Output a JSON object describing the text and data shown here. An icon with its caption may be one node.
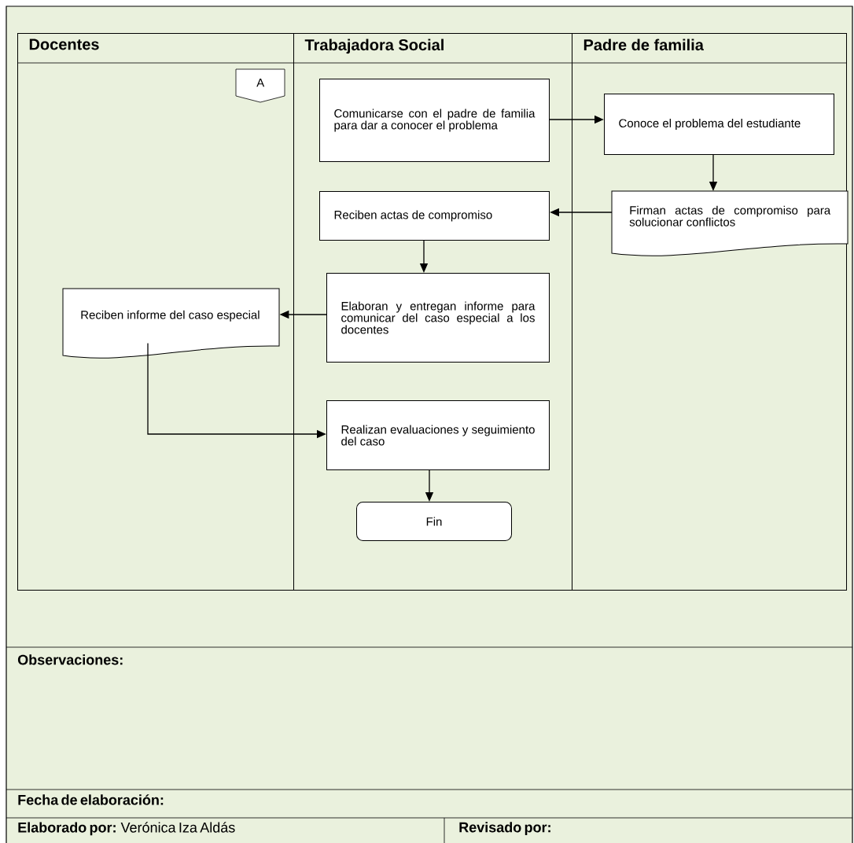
{
  "diagram": {
    "nodes": [
      {
        "text": [
          "Docentes"
        ]
      },
      {
        "text": [
          "Trabajadora Social"
        ]
      },
      {
        "text": [
          "Padre de familia"
        ]
      },
      {
        "text": [
          "A"
        ],
        "in": 0
      },
      {
        "text": [
          "Comunicarse con el padre de familia para dar a conocer el problema"
        ],
        "in": 1
      },
      {
        "text": [
          "Conoce el problema del estudiante"
        ],
        "in": 2
      },
      {
        "text": [
          "Firman actas de compromiso para solucionar conflictos"
        ],
        "in": 2
      },
      {
        "text": [
          "Reciben actas de compromiso"
        ],
        "in": 1
      },
      {
        "text": [
          "Elaboran y entregan informe para comunicar del caso especial a los docentes"
        ],
        "in": 1
      },
      {
        "text": [
          "Reciben informe del caso especial"
        ],
        "in": 0
      },
      {
        "text": [
          "Realizan evaluaciones y seguimiento del caso"
        ],
        "in": 1
      },
      {
        "text": [
          "Fin"
        ],
        "in": 1
      }
    ],
    "edges": [
      {
        "from": 4,
        "to": 5,
        "arrow": "to"
      },
      {
        "from": 5,
        "to": 6,
        "arrow": "to"
      },
      {
        "from": 6,
        "to": 7,
        "arrow": "to"
      },
      {
        "from": 7,
        "to": 8,
        "arrow": "to"
      },
      {
        "from": 8,
        "to": 9,
        "arrow": "to"
      },
      {
        "from": 9,
        "to": 10,
        "arrow": "to"
      },
      {
        "from": 10,
        "to": 11,
        "arrow": "to"
      }
    ],
    "labels": [
      "Observaciones:",
      "Fecha de elaboración:",
      "**Elaborado por:** Verónica Iza Aldás",
      "Revisado por:"
    ]
  }
}
